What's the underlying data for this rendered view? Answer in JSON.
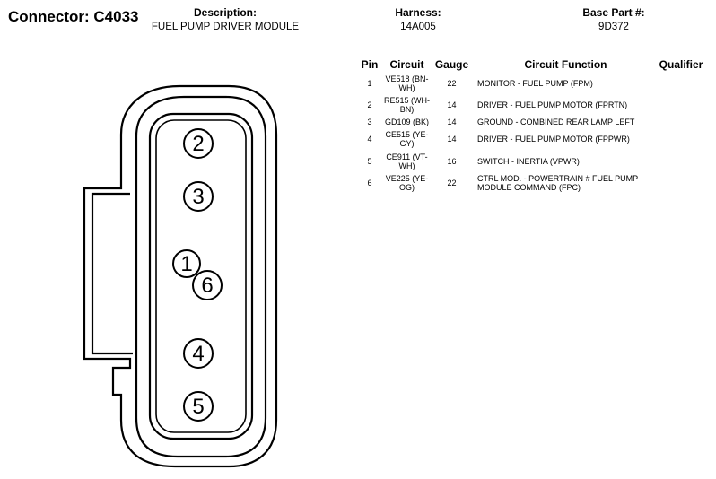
{
  "connector": {
    "title": "Connector: C4033",
    "description_label": "Description:",
    "description": "FUEL PUMP DRIVER MODULE",
    "harness_label": "Harness:",
    "harness": "14A005",
    "base_part_label": "Base Part #:",
    "base_part": "9D372"
  },
  "table": {
    "headers": {
      "pin": "Pin",
      "circuit": "Circuit",
      "gauge": "Gauge",
      "function": "Circuit Function",
      "qualifier": "Qualifier"
    },
    "rows": [
      {
        "pin": "1",
        "circuit": "VE518 (BN-WH)",
        "gauge": "22",
        "function": "MONITOR - FUEL PUMP (FPM)",
        "qualifier": ""
      },
      {
        "pin": "2",
        "circuit": "RE515 (WH-BN)",
        "gauge": "14",
        "function": "DRIVER - FUEL PUMP MOTOR (FPRTN)",
        "qualifier": ""
      },
      {
        "pin": "3",
        "circuit": "GD109 (BK)",
        "gauge": "14",
        "function": "GROUND - COMBINED REAR LAMP LEFT",
        "qualifier": ""
      },
      {
        "pin": "4",
        "circuit": "CE515 (YE-GY)",
        "gauge": "14",
        "function": "DRIVER - FUEL PUMP MOTOR (FPPWR)",
        "qualifier": ""
      },
      {
        "pin": "5",
        "circuit": "CE911 (VT-WH)",
        "gauge": "16",
        "function": "SWITCH - INERTIA (VPWR)",
        "qualifier": ""
      },
      {
        "pin": "6",
        "circuit": "VE225 (YE-OG)",
        "gauge": "22",
        "function": "CTRL MOD. - POWERTRAIN # FUEL PUMP MODULE COMMAND (FPC)",
        "qualifier": ""
      }
    ]
  },
  "diagram": {
    "pins": [
      "2",
      "3",
      "1",
      "6",
      "4",
      "5"
    ]
  }
}
